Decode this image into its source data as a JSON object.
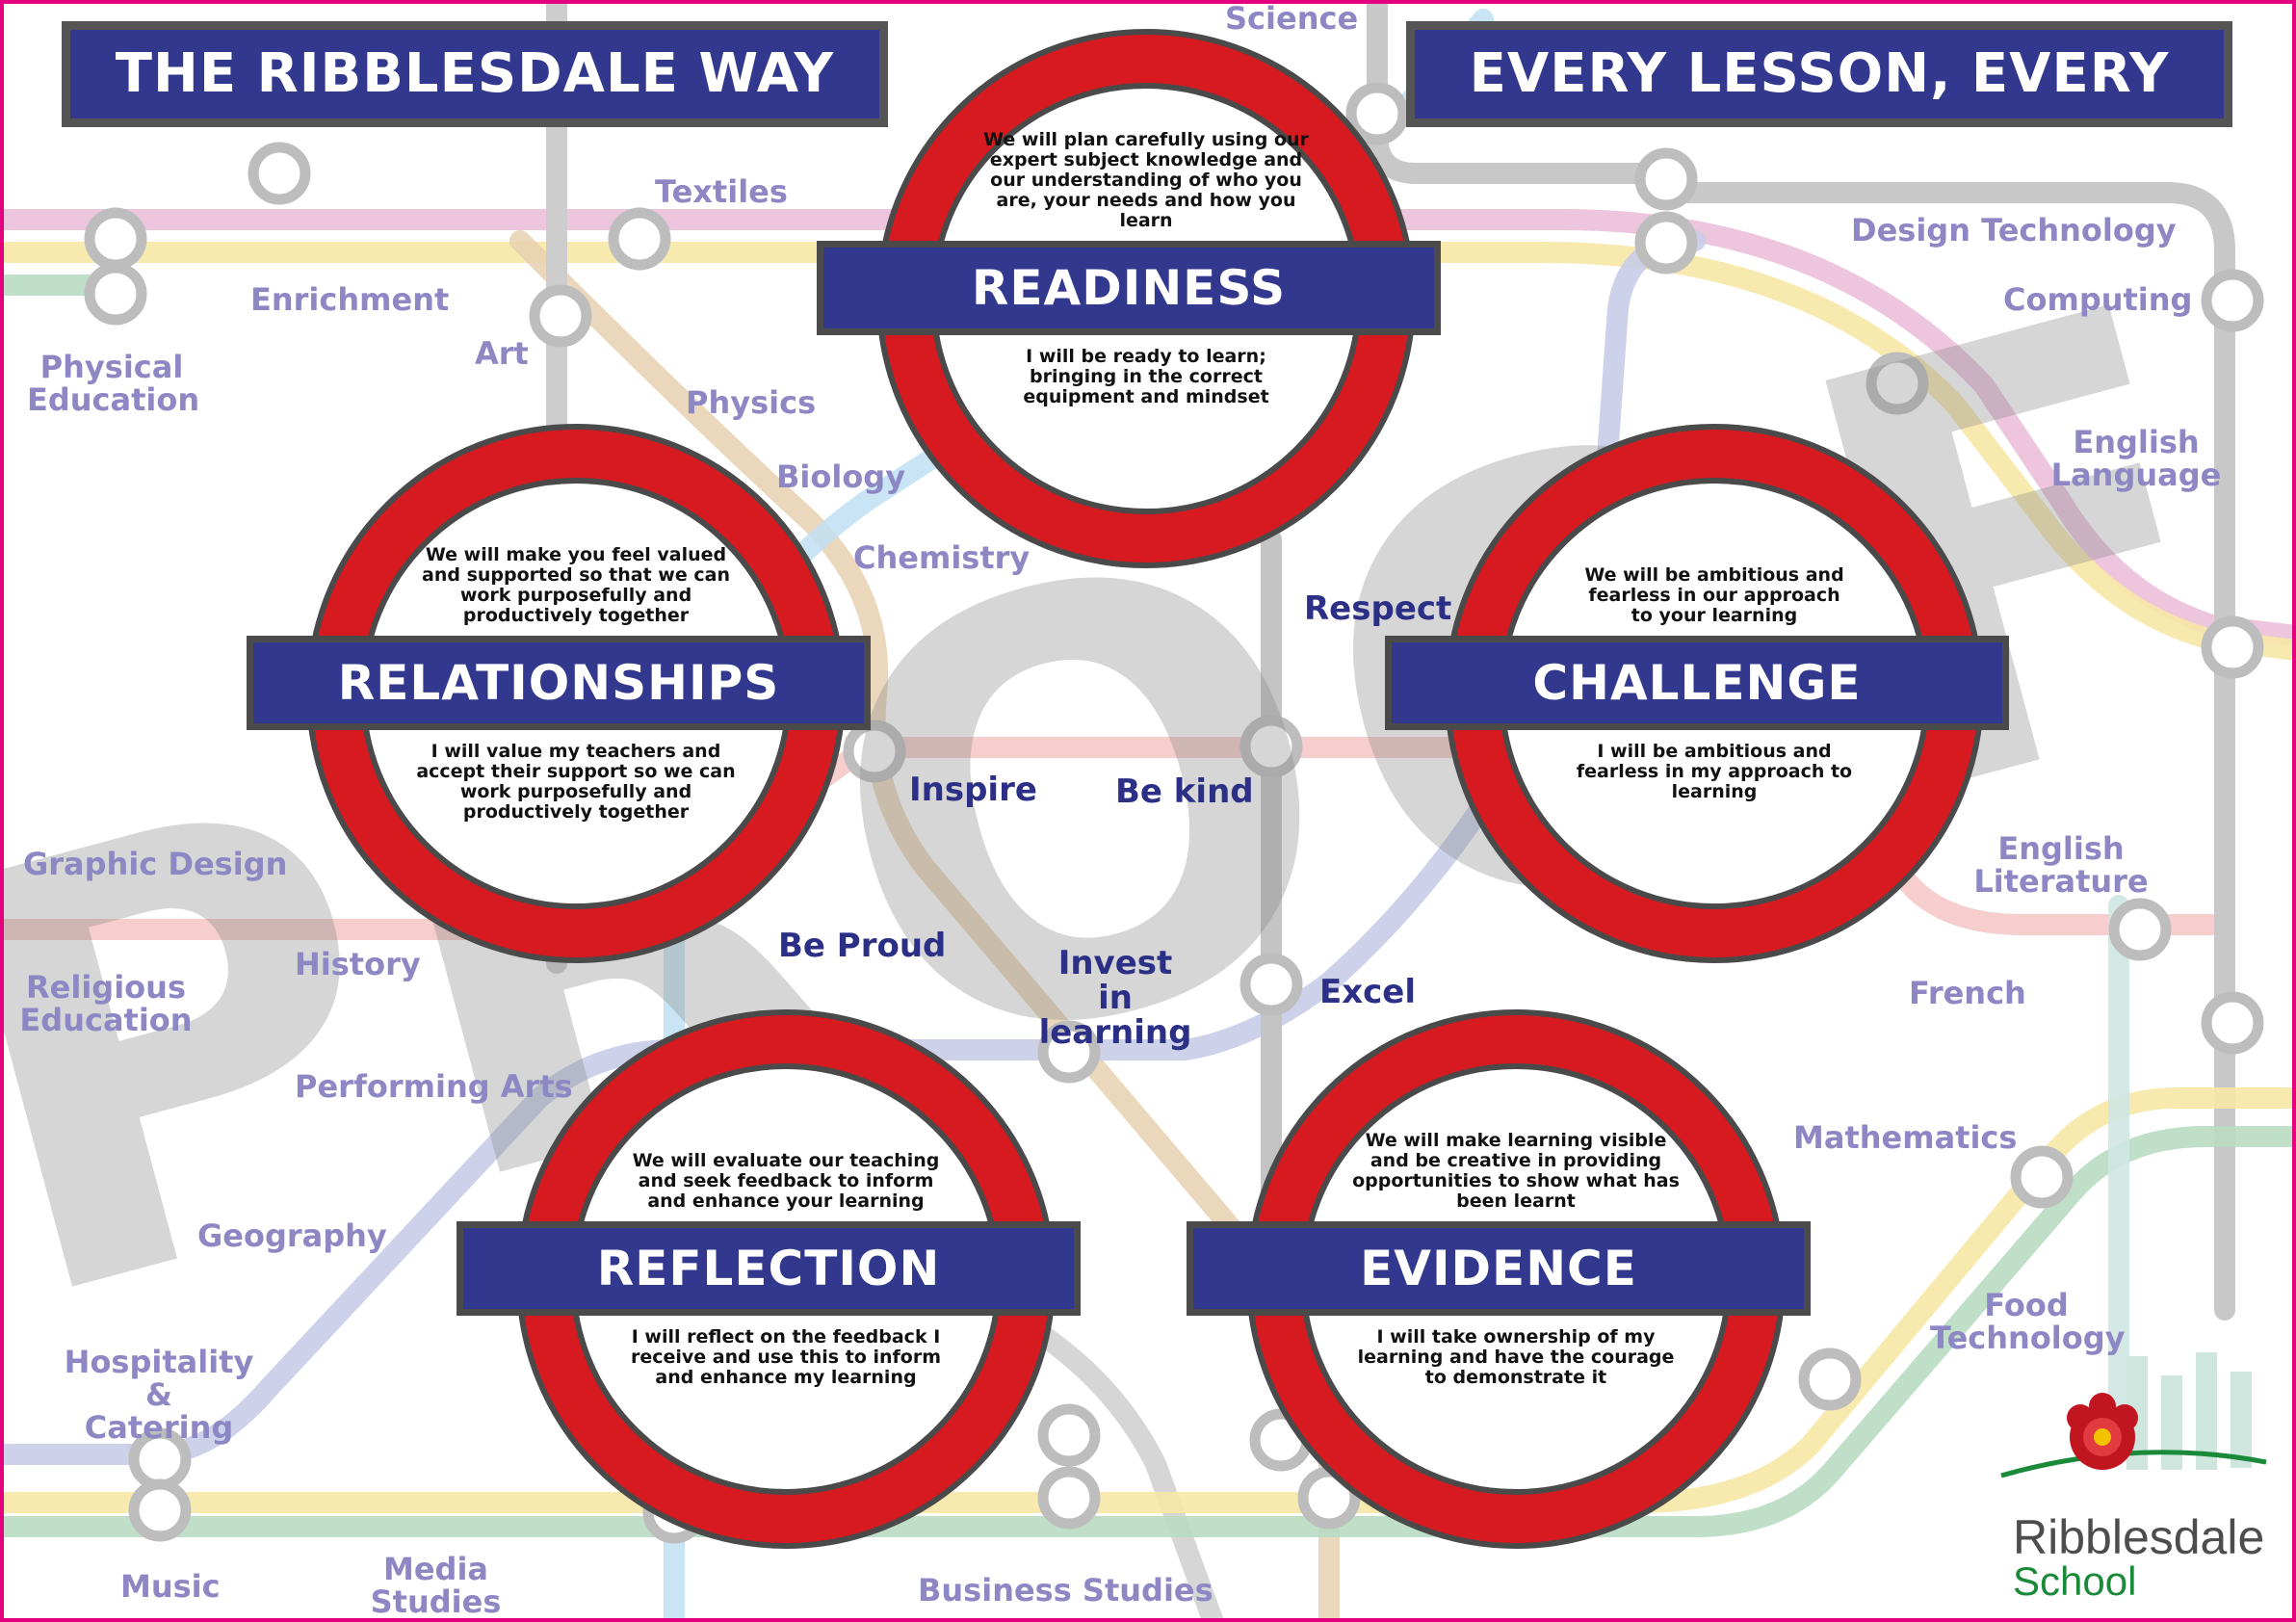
{
  "header": {
    "left_title": "THE RIBBLESDALE WAY",
    "right_title": "EVERY LESSON, EVERY DAY"
  },
  "watermark": "PROOF",
  "colors": {
    "banner_blue": "#33388f",
    "roundel_red": "#d71920",
    "frame_pink": "#e4007f",
    "station_label": "#8d87c4",
    "value_label": "#2b2f86"
  },
  "roundels": [
    {
      "name": "READINESS",
      "teacher_promise": "We will plan carefully using our expert subject knowledge and our understanding of who you are, your needs and how you learn",
      "student_pledge": "I will be ready to learn; bringing in the correct equipment and mindset"
    },
    {
      "name": "RELATIONSHIPS",
      "teacher_promise": "We will make you feel valued and supported so that we can work purposefully and productively together",
      "student_pledge": "I will value my teachers and accept their support so we can work purposefully and productively together"
    },
    {
      "name": "CHALLENGE",
      "teacher_promise": "We will be ambitious and fearless in our approach to your learning",
      "student_pledge": "I will be ambitious and fearless in my approach to learning"
    },
    {
      "name": "REFLECTION",
      "teacher_promise": "We will evaluate our teaching and seek feedback to inform and enhance your learning",
      "student_pledge": "I will reflect on the feedback I receive and use this to inform and enhance my learning"
    },
    {
      "name": "EVIDENCE",
      "teacher_promise": "We will make learning visible and be creative in providing opportunities to show what has been learnt",
      "student_pledge": "I will take ownership of my learning and have the courage to demonstrate it"
    }
  ],
  "subjects": {
    "science": "Science",
    "textiles": "Textiles",
    "enrichment": "Enrichment",
    "art": "Art",
    "physical_education": "Physical\nEducation",
    "physics": "Physics",
    "biology": "Biology",
    "chemistry": "Chemistry",
    "design_technology": "Design Technology",
    "computing": "Computing",
    "english_language": "English\nLanguage",
    "graphic_design": "Graphic Design",
    "religious_education": "Religious\nEducation",
    "history": "History",
    "performing_arts": "Performing Arts",
    "geography": "Geography",
    "hospitality_catering": "Hospitality &\nCatering",
    "music": "Music",
    "media_studies": "Media\nStudies",
    "business_studies": "Business Studies",
    "english_literature": "English\nLiterature",
    "french": "French",
    "mathematics": "Mathematics",
    "food_technology": "Food\nTechnology"
  },
  "values": {
    "respect": "Respect",
    "inspire": "Inspire",
    "be_kind": "Be kind",
    "be_proud": "Be Proud",
    "invest_in_learning": "Invest in\nlearning",
    "excel": "Excel"
  },
  "logo": {
    "name": "Ribblesdale",
    "sub": "School"
  }
}
